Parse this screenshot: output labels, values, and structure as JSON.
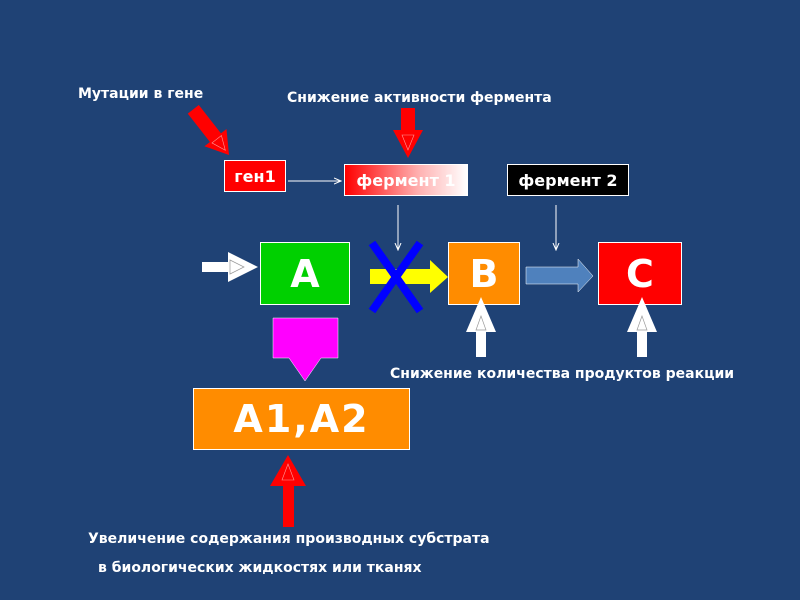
{
  "labels": {
    "mutation": "Мутации в гене",
    "enzyme_activity": "Снижение активности фермента",
    "products_decrease": "Снижение количества продуктов реакции",
    "increase_line1": "Увеличение содержания производных субстрата",
    "increase_line2": "в биологических жидкостях или тканях"
  },
  "boxes": {
    "gene": "ген1",
    "enzyme1": "фермент 1",
    "enzyme2": "фермент 2",
    "a": "A",
    "b": "B",
    "c": "C",
    "a1a2": "A1,A2"
  },
  "colors": {
    "background": "#1f4275",
    "gene": "#ff0000",
    "enzyme1_from": "#ff0000",
    "enzyme1_to": "#ffffff",
    "enzyme2": "#000000",
    "a": "#00d000",
    "b": "#ff8c00",
    "c": "#ff0000",
    "a1a2": "#ff8c00",
    "red_arrow": "#ff0000",
    "block_cross": "#0000ff",
    "yellow_arrow": "#ffff00",
    "blue_arrow": "#4f81bd",
    "magenta_arrow": "#ff00ff"
  }
}
